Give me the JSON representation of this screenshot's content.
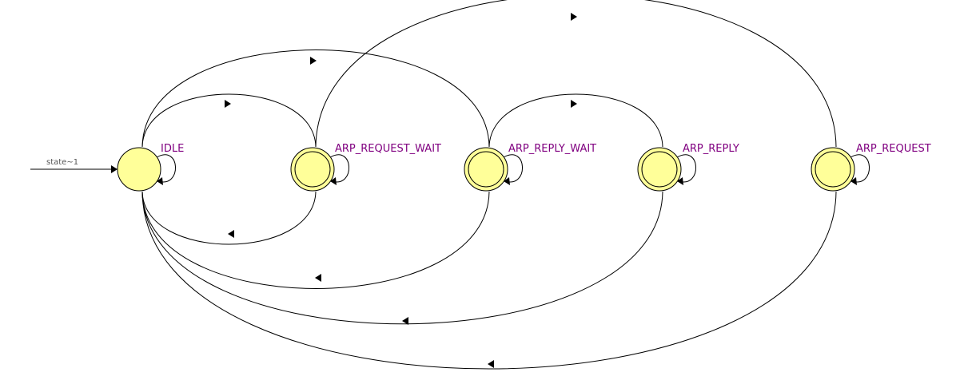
{
  "diagram": {
    "type": "state-machine",
    "initial_transition": {
      "label": "state~1",
      "target": "IDLE"
    },
    "states": [
      {
        "id": "IDLE",
        "label": "IDLE",
        "accepting": false
      },
      {
        "id": "ARP_REQUEST_WAIT",
        "label": "ARP_REQUEST_WAIT",
        "accepting": true
      },
      {
        "id": "ARP_REPLY_WAIT",
        "label": "ARP_REPLY_WAIT",
        "accepting": true
      },
      {
        "id": "ARP_REPLY",
        "label": "ARP_REPLY",
        "accepting": true
      },
      {
        "id": "ARP_REQUEST",
        "label": "ARP_REQUEST",
        "accepting": true
      }
    ],
    "transitions": [
      {
        "from": "IDLE",
        "to": "IDLE"
      },
      {
        "from": "ARP_REQUEST_WAIT",
        "to": "ARP_REQUEST_WAIT"
      },
      {
        "from": "ARP_REPLY_WAIT",
        "to": "ARP_REPLY_WAIT"
      },
      {
        "from": "ARP_REPLY",
        "to": "ARP_REPLY"
      },
      {
        "from": "ARP_REQUEST",
        "to": "ARP_REQUEST"
      },
      {
        "from": "IDLE",
        "to": "ARP_REQUEST_WAIT"
      },
      {
        "from": "IDLE",
        "to": "ARP_REPLY_WAIT"
      },
      {
        "from": "ARP_REQUEST_WAIT",
        "to": "ARP_REQUEST"
      },
      {
        "from": "ARP_REPLY_WAIT",
        "to": "ARP_REPLY"
      },
      {
        "from": "ARP_REQUEST_WAIT",
        "to": "IDLE"
      },
      {
        "from": "ARP_REPLY_WAIT",
        "to": "IDLE"
      },
      {
        "from": "ARP_REPLY",
        "to": "IDLE"
      },
      {
        "from": "ARP_REQUEST",
        "to": "IDLE"
      }
    ]
  },
  "colors": {
    "state_fill": "#ffff99",
    "state_stroke": "#000000",
    "label": "#800080",
    "edge": "#000000",
    "init_label": "#555555"
  }
}
